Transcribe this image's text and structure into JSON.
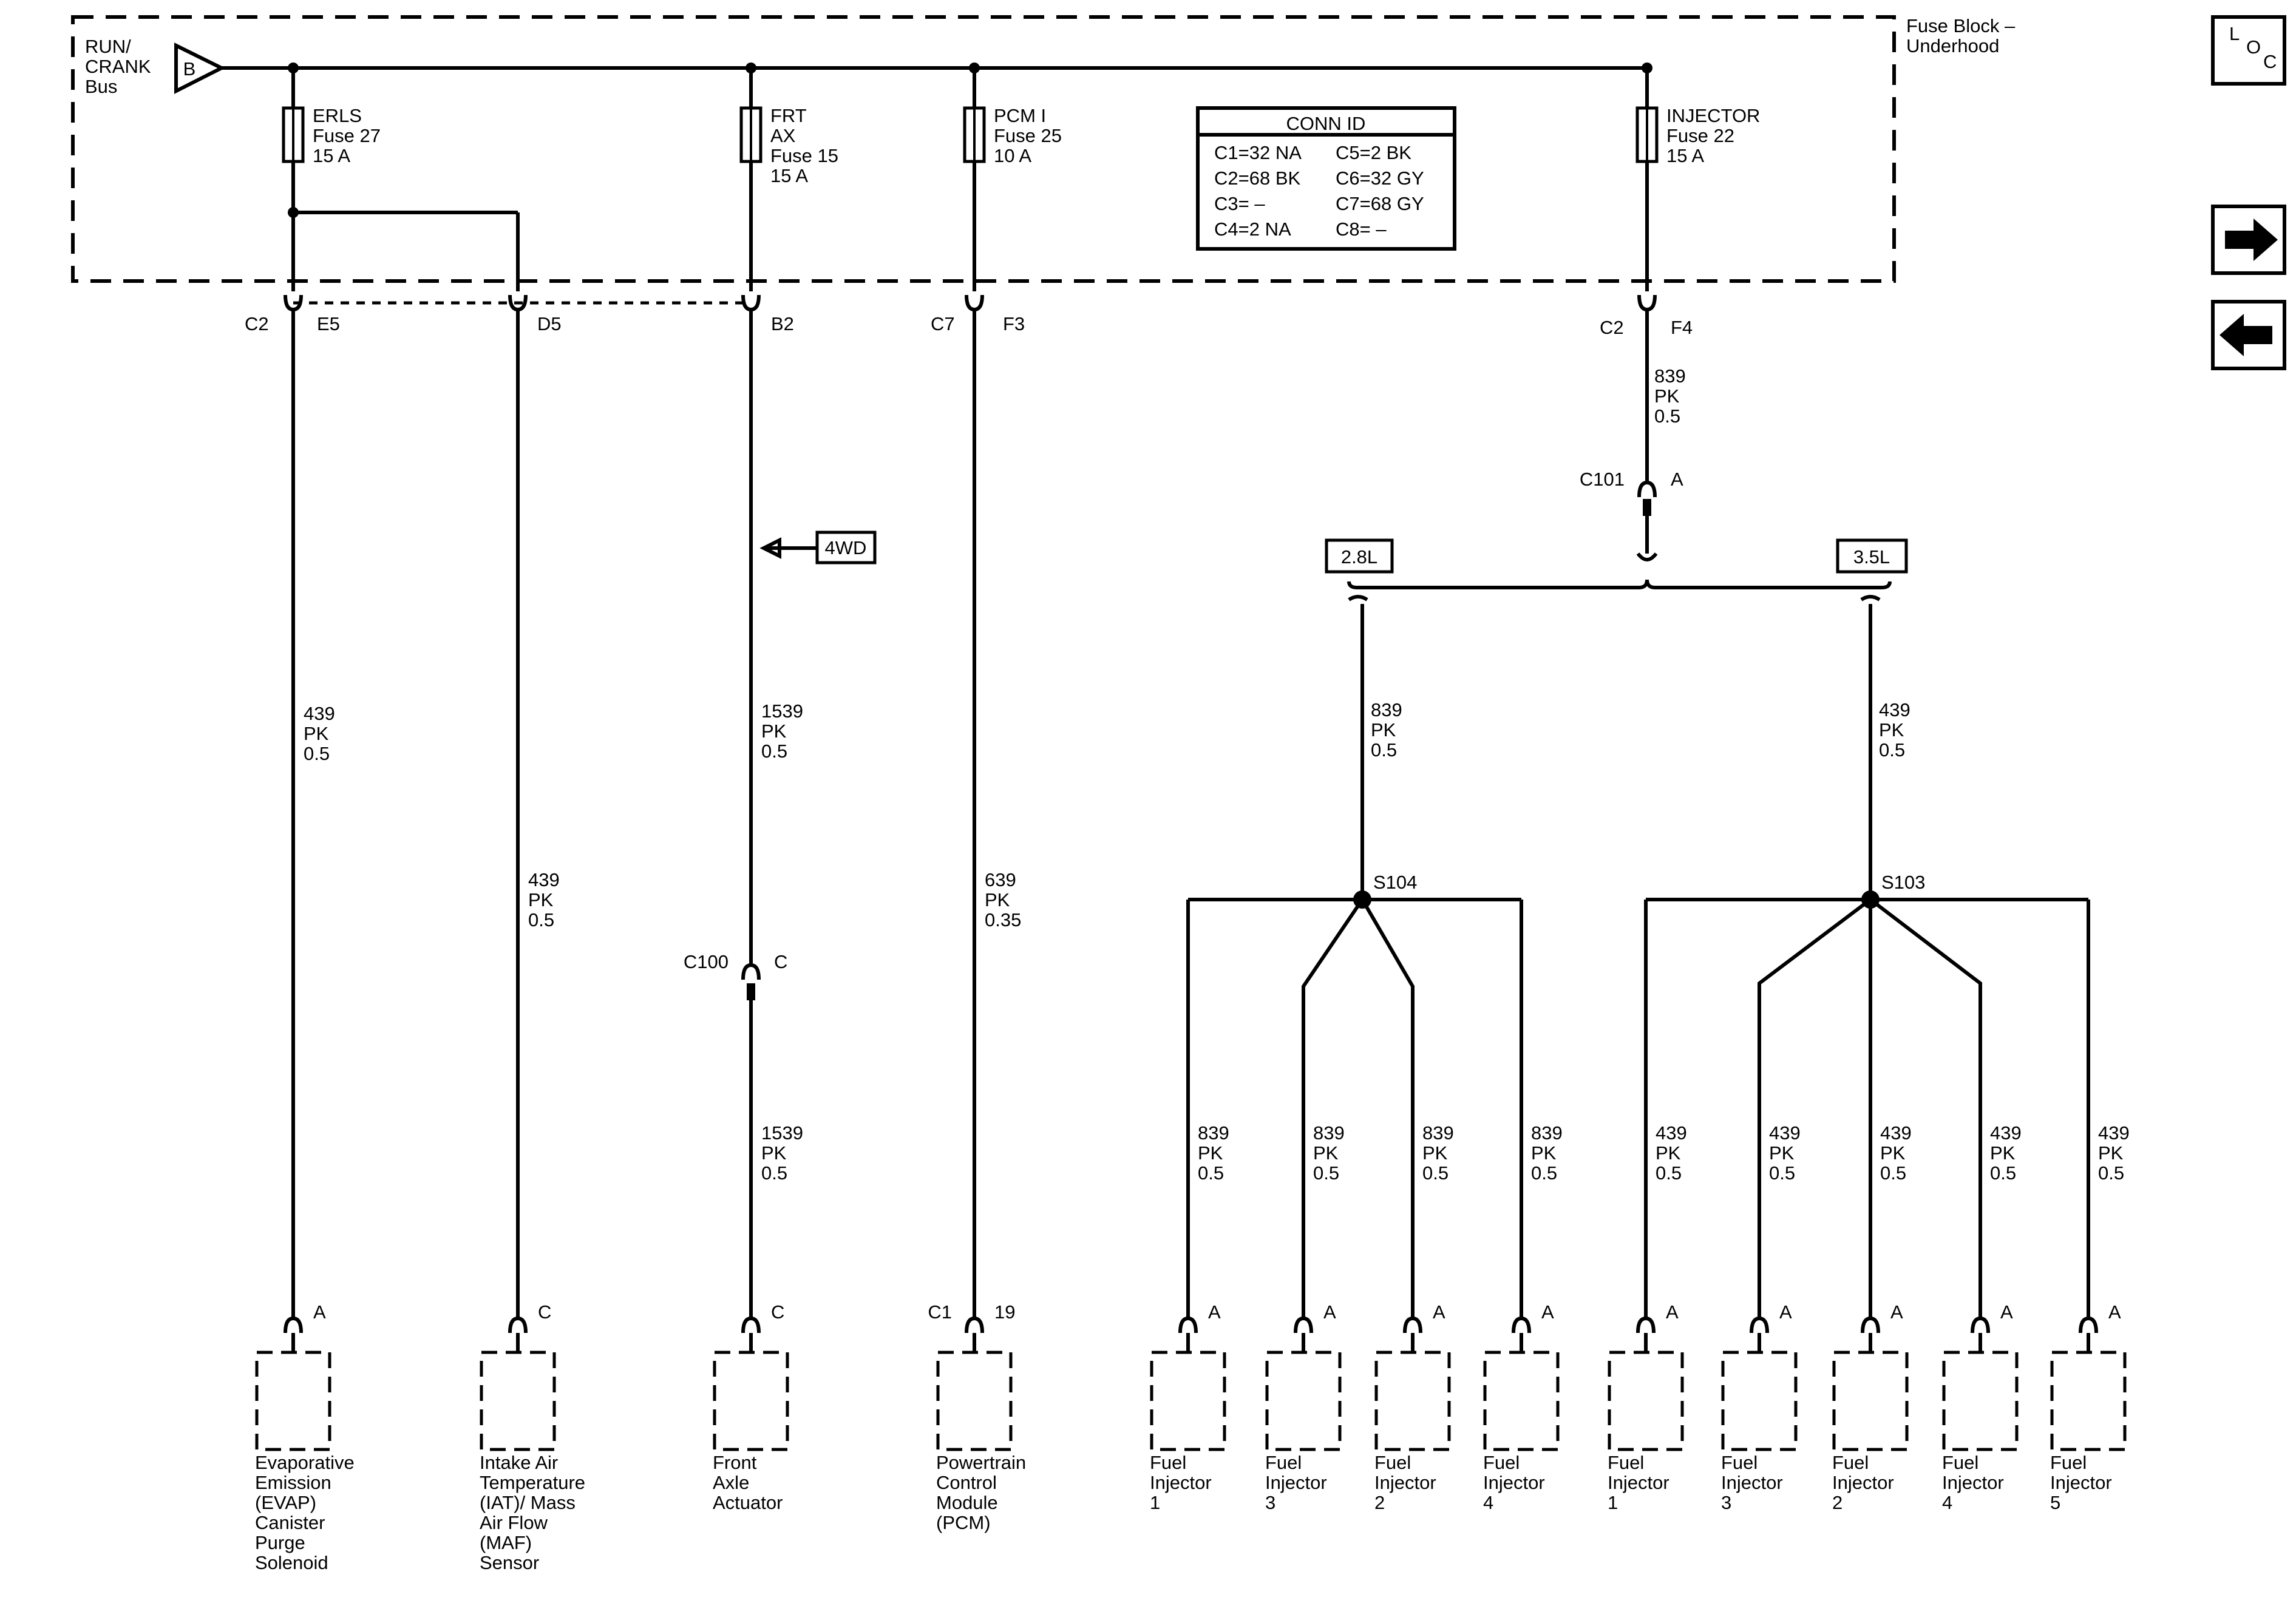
{
  "bus": {
    "label_lines": [
      "RUN/",
      "CRANK",
      "Bus"
    ],
    "terminal": "B"
  },
  "fuse_block": {
    "label_lines": [
      "Fuse Block –",
      "Underhood"
    ]
  },
  "fuses": [
    {
      "lines": [
        "ERLS",
        "Fuse 27",
        "15 A"
      ]
    },
    {
      "lines": [
        "FRT",
        "AX",
        "Fuse 15",
        "15 A"
      ]
    },
    {
      "lines": [
        "PCM I",
        "Fuse 25",
        "10 A"
      ]
    },
    {
      "lines": [
        "INJECTOR",
        "Fuse 22",
        "15 A"
      ]
    }
  ],
  "conn_id": {
    "title": "CONN ID",
    "left": [
      "C1=32 NA",
      "C2=68 BK",
      "C3= –",
      "C4=2 NA"
    ],
    "right": [
      "C5=2 BK",
      "C6=32 GY",
      "C7=68 GY",
      "C8= –"
    ]
  },
  "top_connectors": {
    "c2_e5": {
      "conn": "C2",
      "pin": "E5"
    },
    "d5": {
      "pin": "D5"
    },
    "b2": {
      "pin": "B2"
    },
    "c7_f3": {
      "conn": "C7",
      "pin": "F3"
    },
    "c2_f4": {
      "conn": "C2",
      "pin": "F4"
    }
  },
  "inline_connectors": {
    "c101": {
      "conn": "C101",
      "pin": "A"
    },
    "c100": {
      "conn": "C100",
      "pin": "C"
    }
  },
  "option_arrow": {
    "label": "4WD"
  },
  "options": {
    "left": "2.8L",
    "right": "3.5L"
  },
  "splices": {
    "s104": "S104",
    "s103": "S103"
  },
  "wires": {
    "evap": [
      "439",
      "PK",
      "0.5"
    ],
    "iat": [
      "439",
      "PK",
      "0.5"
    ],
    "frt_upper": [
      "1539",
      "PK",
      "0.5"
    ],
    "frt_lower": [
      "1539",
      "PK",
      "0.5"
    ],
    "pcm": [
      "639",
      "PK",
      "0.35"
    ],
    "inj_feed": [
      "839",
      "PK",
      "0.5"
    ],
    "feed_28": [
      "839",
      "PK",
      "0.5"
    ],
    "feed_35": [
      "439",
      "PK",
      "0.5"
    ],
    "b28": [
      [
        "839",
        "PK",
        "0.5"
      ],
      [
        "839",
        "PK",
        "0.5"
      ],
      [
        "839",
        "PK",
        "0.5"
      ],
      [
        "839",
        "PK",
        "0.5"
      ]
    ],
    "b35": [
      [
        "439",
        "PK",
        "0.5"
      ],
      [
        "439",
        "PK",
        "0.5"
      ],
      [
        "439",
        "PK",
        "0.5"
      ],
      [
        "439",
        "PK",
        "0.5"
      ],
      [
        "439",
        "PK",
        "0.5"
      ]
    ]
  },
  "components": {
    "evap": {
      "pin": "A",
      "lines": [
        "Evaporative",
        "Emission",
        "(EVAP)",
        "Canister",
        "Purge",
        "Solenoid"
      ]
    },
    "iat": {
      "pin": "C",
      "lines": [
        "Intake Air",
        "Temperature",
        "(IAT)/ Mass",
        "Air Flow",
        "(MAF)",
        "Sensor"
      ]
    },
    "frt": {
      "pin": "C",
      "lines": [
        "Front",
        "Axle",
        "Actuator"
      ]
    },
    "pcm": {
      "conn": "C1",
      "pin": "19",
      "lines": [
        "Powertrain",
        "Control",
        "Module",
        "(PCM)"
      ]
    },
    "inj28": [
      {
        "pin": "A",
        "lines": [
          "Fuel",
          "Injector",
          "1"
        ]
      },
      {
        "pin": "A",
        "lines": [
          "Fuel",
          "Injector",
          "3"
        ]
      },
      {
        "pin": "A",
        "lines": [
          "Fuel",
          "Injector",
          "2"
        ]
      },
      {
        "pin": "A",
        "lines": [
          "Fuel",
          "Injector",
          "4"
        ]
      }
    ],
    "inj35": [
      {
        "pin": "A",
        "lines": [
          "Fuel",
          "Injector",
          "1"
        ]
      },
      {
        "pin": "A",
        "lines": [
          "Fuel",
          "Injector",
          "3"
        ]
      },
      {
        "pin": "A",
        "lines": [
          "Fuel",
          "Injector",
          "2"
        ]
      },
      {
        "pin": "A",
        "lines": [
          "Fuel",
          "Injector",
          "4"
        ]
      },
      {
        "pin": "A",
        "lines": [
          "Fuel",
          "Injector",
          "5"
        ]
      }
    ]
  },
  "nav": {
    "loc_lines": [
      "L",
      "O",
      "C"
    ],
    "next_icon": "arrow-right-icon",
    "prev_icon": "arrow-left-icon"
  }
}
